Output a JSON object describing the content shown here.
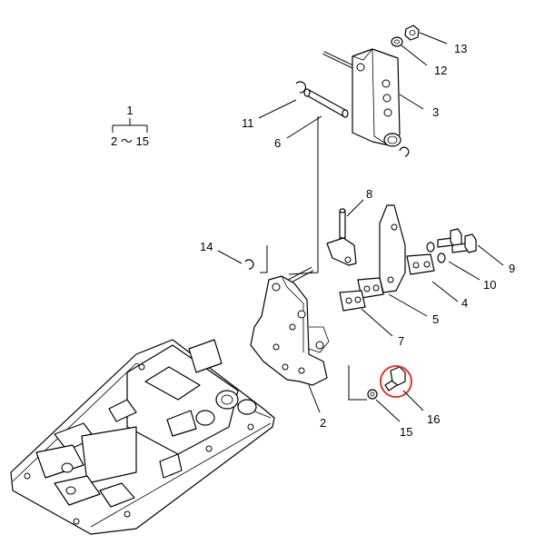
{
  "diagram": {
    "group_label": "1",
    "group_range": "2 ～ 15",
    "callouts": [
      {
        "id": "c2",
        "text": "2"
      },
      {
        "id": "c3",
        "text": "3"
      },
      {
        "id": "c4",
        "text": "4"
      },
      {
        "id": "c5",
        "text": "5"
      },
      {
        "id": "c6",
        "text": "6"
      },
      {
        "id": "c7",
        "text": "7"
      },
      {
        "id": "c8",
        "text": "8"
      },
      {
        "id": "c9",
        "text": "9"
      },
      {
        "id": "c10",
        "text": "10"
      },
      {
        "id": "c11",
        "text": "11"
      },
      {
        "id": "c12",
        "text": "12"
      },
      {
        "id": "c13",
        "text": "13"
      },
      {
        "id": "c14",
        "text": "14"
      },
      {
        "id": "c15",
        "text": "15"
      },
      {
        "id": "c16",
        "text": "16"
      }
    ],
    "highlight_color": "#d9362b"
  }
}
